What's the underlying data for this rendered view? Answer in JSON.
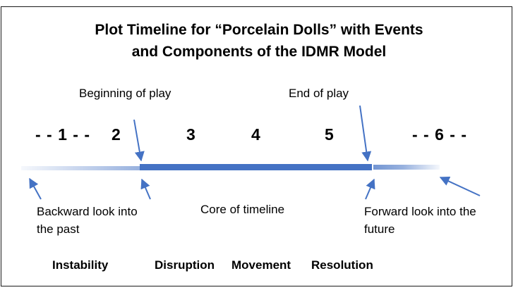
{
  "title": {
    "line1": "Plot Timeline for “Porcelain Dolls” with Events",
    "line2": "and Components of the IDMR Model"
  },
  "labels": {
    "beginning": "Beginning of play",
    "end": "End of play",
    "backward_line1": "Backward look into",
    "backward_line2": "the past",
    "core": "Core of timeline",
    "forward_line1": "Forward look into the",
    "forward_line2": "future"
  },
  "events": [
    "- - 1 - -",
    "2",
    "3",
    "4",
    "5",
    "- - 6 - -"
  ],
  "phases": [
    "Instability",
    "Disruption",
    "Movement",
    "Resolution"
  ],
  "colors": {
    "timeline_core": "#4472c4",
    "timeline_fade": "#b4c7e7",
    "arrow": "#4472c4"
  }
}
